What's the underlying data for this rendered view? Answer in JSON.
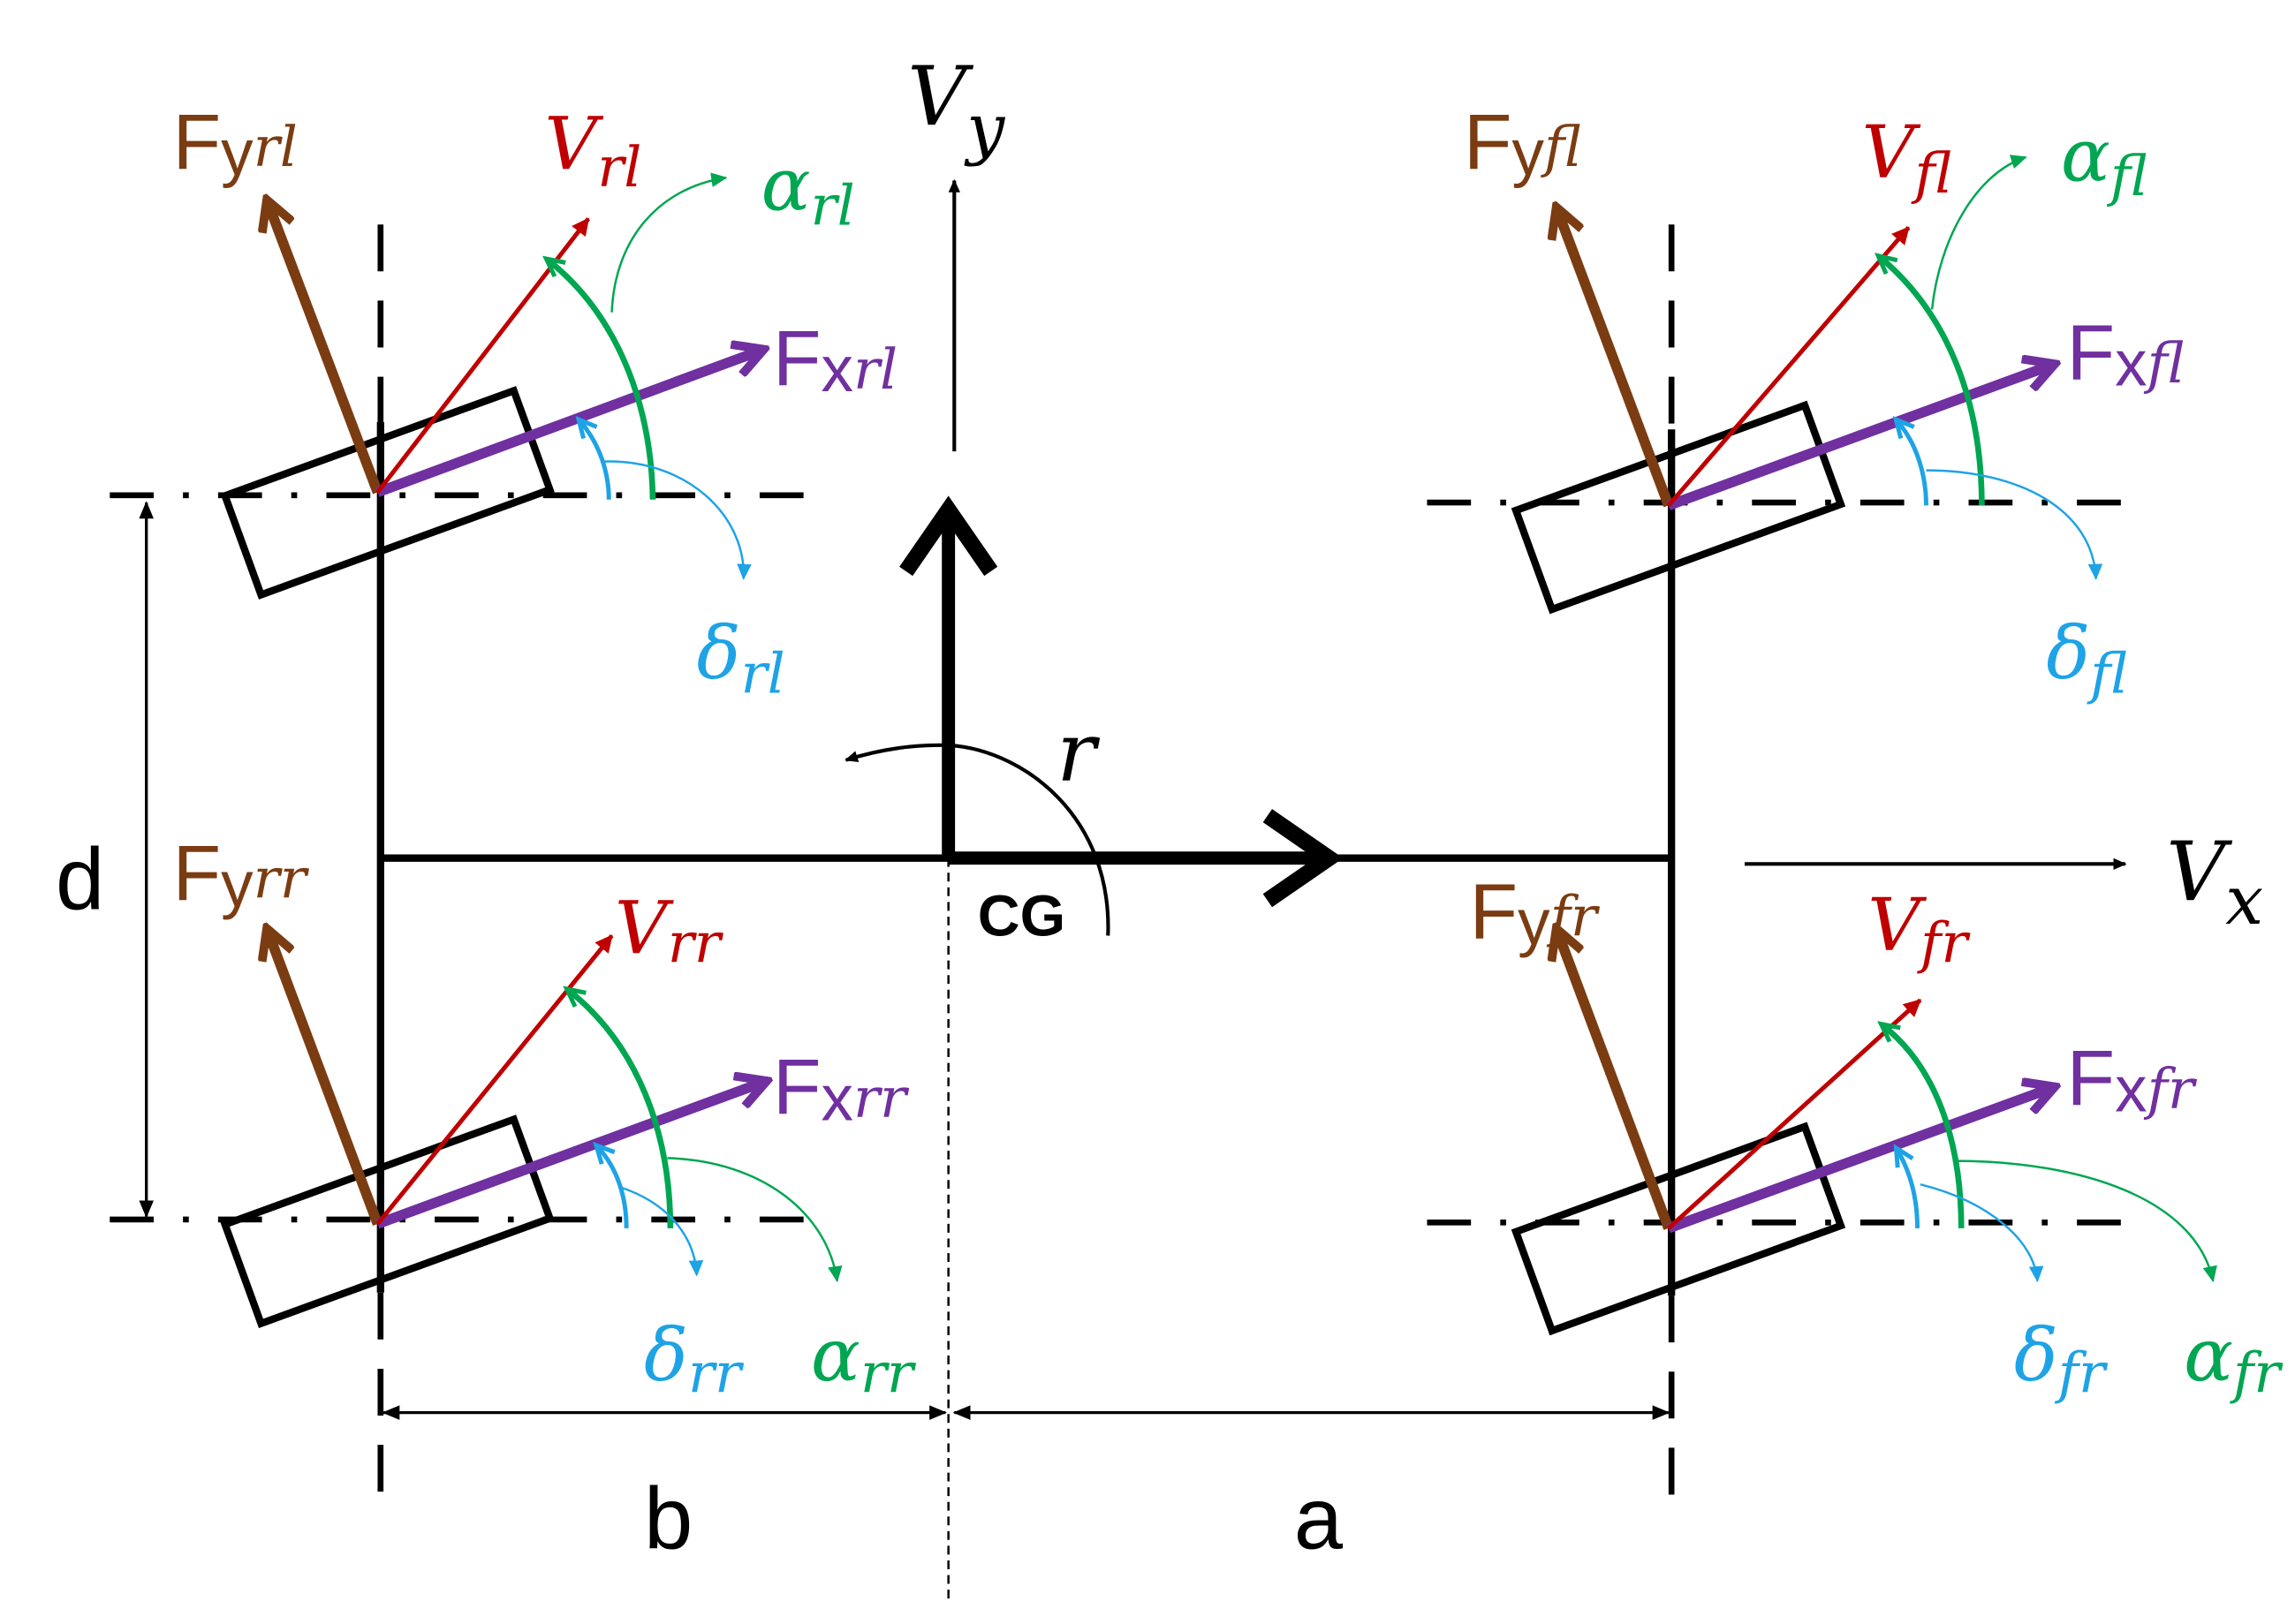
{
  "colors": {
    "black": "#000000",
    "brown": "#7b3c12",
    "red": "#c00000",
    "green": "#00a651",
    "blue": "#1ea3e6",
    "purple": "#7030a0"
  },
  "axes": {
    "vy": {
      "main": "V",
      "sub": "y"
    },
    "vx": {
      "main": "V",
      "sub": "x"
    },
    "yaw_rate": "r",
    "cg": "CG"
  },
  "dimensions": {
    "track_width": "d",
    "rear_distance": "b",
    "front_distance": "a"
  },
  "wheels": {
    "rl": {
      "fy": {
        "main": "F",
        "sub1": "y",
        "sub2": "rl"
      },
      "fx": {
        "main": "F",
        "sub1": "x",
        "sub2": "rl"
      },
      "v": {
        "main": "V",
        "sub": "rl"
      },
      "alpha": {
        "main": "α",
        "sub": "rl"
      },
      "delta": {
        "main": "δ",
        "sub": "rl"
      }
    },
    "rr": {
      "fy": {
        "main": "F",
        "sub1": "y",
        "sub2": "rr"
      },
      "fx": {
        "main": "F",
        "sub1": "x",
        "sub2": "rr"
      },
      "v": {
        "main": "V",
        "sub": "rr"
      },
      "alpha": {
        "main": "α",
        "sub": "rr"
      },
      "delta": {
        "main": "δ",
        "sub": "rr"
      }
    },
    "fl": {
      "fy": {
        "main": "F",
        "sub1": "y",
        "sub2": "fl"
      },
      "fx": {
        "main": "F",
        "sub1": "x",
        "sub2": "fl"
      },
      "v": {
        "main": "V",
        "sub": "fl"
      },
      "alpha": {
        "main": "α",
        "sub": "fl"
      },
      "delta": {
        "main": "δ",
        "sub": "fl"
      }
    },
    "fr": {
      "fy": {
        "main": "F",
        "sub1": "y",
        "sub2": "fr"
      },
      "fx": {
        "main": "F",
        "sub1": "x",
        "sub2": "fr"
      },
      "v": {
        "main": "V",
        "sub": "fr"
      },
      "alpha": {
        "main": "α",
        "sub": "fr"
      },
      "delta": {
        "main": "δ",
        "sub": "fr"
      }
    }
  }
}
